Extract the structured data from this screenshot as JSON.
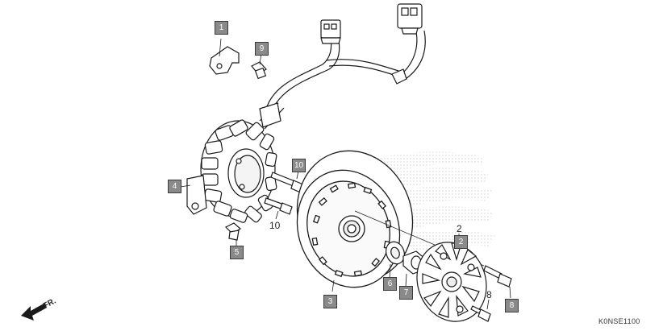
{
  "callouts": [
    {
      "id": "c1",
      "label": "1"
    },
    {
      "id": "c9",
      "label": "9"
    },
    {
      "id": "c4",
      "label": "4"
    },
    {
      "id": "c10",
      "label": "10"
    },
    {
      "id": "c5",
      "label": "5"
    },
    {
      "id": "c2",
      "label": "2"
    },
    {
      "id": "c6",
      "label": "6"
    },
    {
      "id": "c7",
      "label": "7"
    },
    {
      "id": "c3",
      "label": "3"
    },
    {
      "id": "c8",
      "label": "8"
    }
  ],
  "plain_labels": {
    "ten": "10",
    "two": "2",
    "eight": "8"
  },
  "direction_label": "FR.",
  "diagram_code": "K0NSE1100",
  "colors": {
    "callout_fill": "#8a8a8a",
    "line": "#1a1a1a",
    "watermark": "#d9d9d9"
  }
}
